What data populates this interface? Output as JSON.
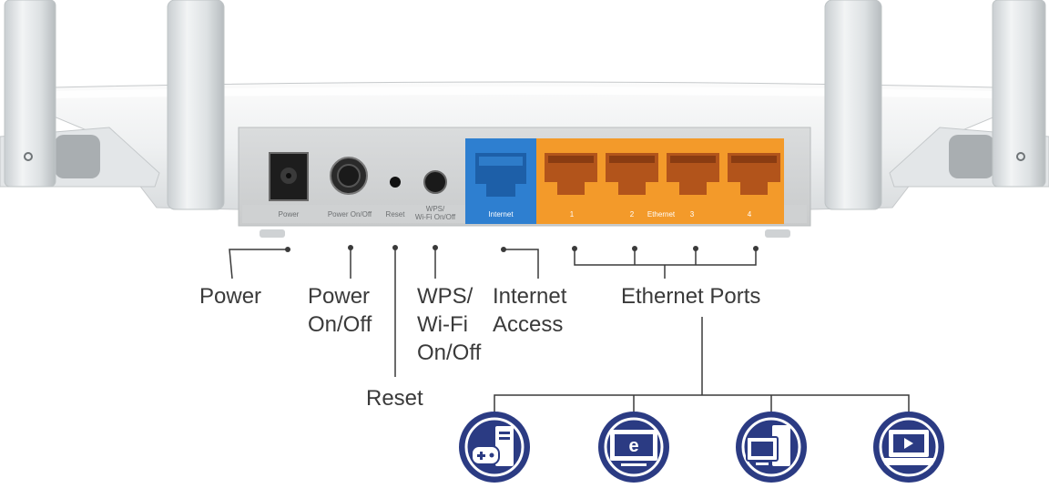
{
  "panel_labels": {
    "power": "Power",
    "power_onoff": "Power On/Off",
    "reset": "Reset",
    "wps_line1": "WPS/",
    "wps_line2": "Wi-Fi On/Off",
    "internet": "Internet",
    "port1": "1",
    "port2": "2",
    "ethernet": "Ethernet",
    "port3": "3",
    "port4": "4"
  },
  "callouts": {
    "power": "Power",
    "power_onoff_line1": "Power",
    "power_onoff_line2": "On/Off",
    "wps_line1": "WPS/",
    "wps_line2": "Wi-Fi",
    "wps_line3": "On/Off",
    "internet_line1": "Internet",
    "internet_line2": "Access",
    "ethernet_ports": "Ethernet Ports",
    "reset": "Reset"
  },
  "device_icons": [
    "game-pc-icon",
    "smart-tv-icon",
    "desktop-computer-icon",
    "laptop-icon"
  ],
  "colors": {
    "internet_port": "#2e7fd0",
    "ethernet_ports": "#f39a2a",
    "device_circle": "#2b3b83",
    "leader_line": "#3a3a3a"
  }
}
